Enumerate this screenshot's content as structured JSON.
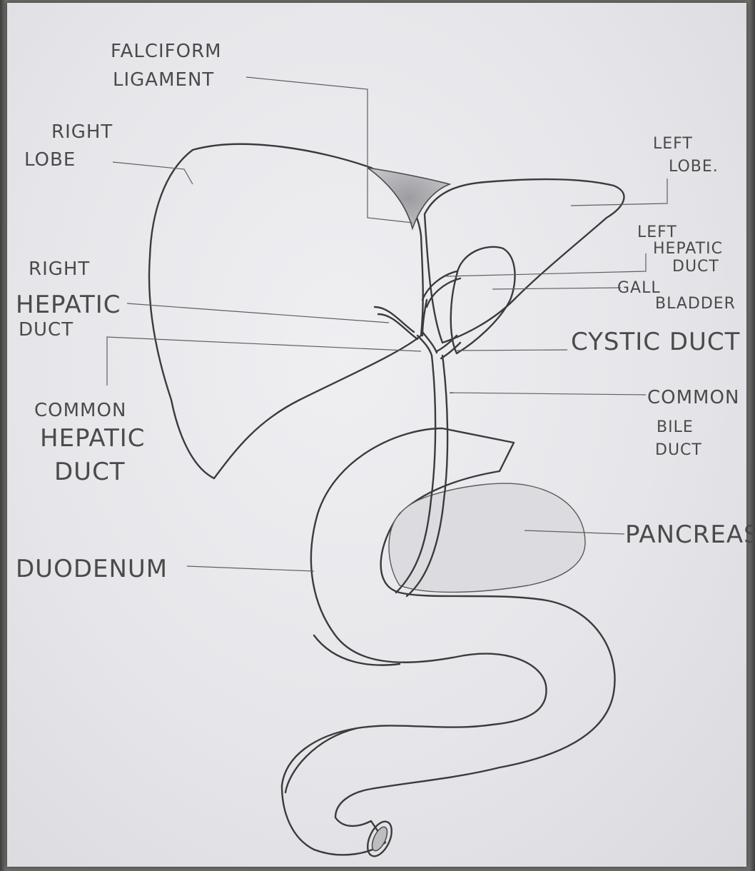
{
  "diagram": {
    "labels": {
      "falciform_ligament_1": "FALCIFORM",
      "falciform_ligament_2": "LIGAMENT",
      "right_lobe_1": "RIGHT",
      "right_lobe_2": "LOBE",
      "left_lobe_1": "LEFT",
      "left_lobe_2": "LOBE.",
      "left_hepatic_duct_1": "LEFT",
      "left_hepatic_duct_2": "HEPATIC",
      "left_hepatic_duct_3": "DUCT",
      "right_hepatic_duct_1": "RIGHT",
      "right_hepatic_duct_2": "HEPATIC",
      "right_hepatic_duct_3": "DUCT",
      "gall_bladder_1": "GALL",
      "gall_bladder_2": "BLADDER",
      "cystic_duct": "CYSTIC DUCT",
      "common_hepatic_duct_1": "COMMON",
      "common_hepatic_duct_2": "HEPATIC",
      "common_hepatic_duct_3": "DUCT",
      "common_bile_duct_1": "COMMON",
      "common_bile_duct_2": "BILE",
      "common_bile_duct_3": "DUCT",
      "pancreas": "PANCREAS",
      "duodenum": "DUODENUM"
    }
  }
}
